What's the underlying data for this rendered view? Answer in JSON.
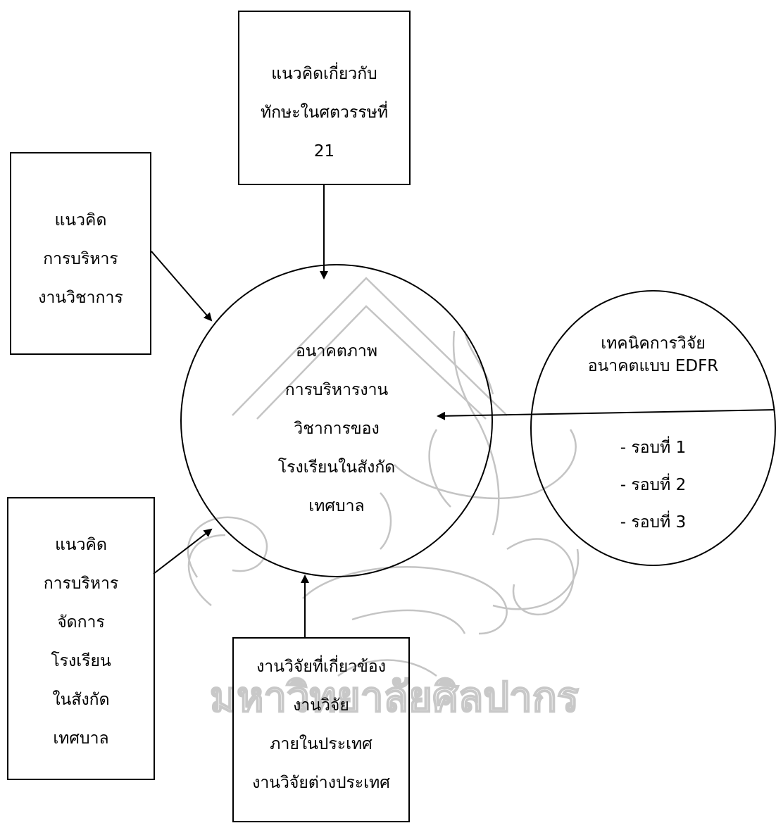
{
  "top_box": {
    "lines": [
      "แนวคิดเกี่ยวกับ",
      "ทักษะในศตวรรษที่",
      "21"
    ]
  },
  "left_top_box": {
    "lines": [
      "แนวคิด",
      "การบริหาร",
      "งานวิชาการ"
    ]
  },
  "left_bottom_box": {
    "lines": [
      "แนวคิด",
      "การบริหาร",
      "จัดการ",
      "โรงเรียน",
      "ในสังกัด",
      "เทศบาล"
    ]
  },
  "bottom_box": {
    "lines": [
      "งานวิจัยที่เกี่ยวข้อง",
      "งานวิจัย",
      "ภายในประเทศ",
      "งานวิจัยต่างประเทศ"
    ]
  },
  "center_circle": {
    "lines": [
      "อนาคตภาพ",
      "การบริหารงาน",
      "วิชาการของ",
      "โรงเรียนในสังกัด",
      "เทศบาล"
    ]
  },
  "right_circle": {
    "top_lines": [
      "เทคนิคการวิจัย",
      "อนาคตแบบ EDFR"
    ],
    "bottom_lines": [
      "- รอบที่ 1",
      "- รอบที่ 2",
      "- รอบที่ 3"
    ]
  },
  "watermark": {
    "text": "มหาวิทยาลัยศิลปากร",
    "color": "#bdbdbd"
  }
}
